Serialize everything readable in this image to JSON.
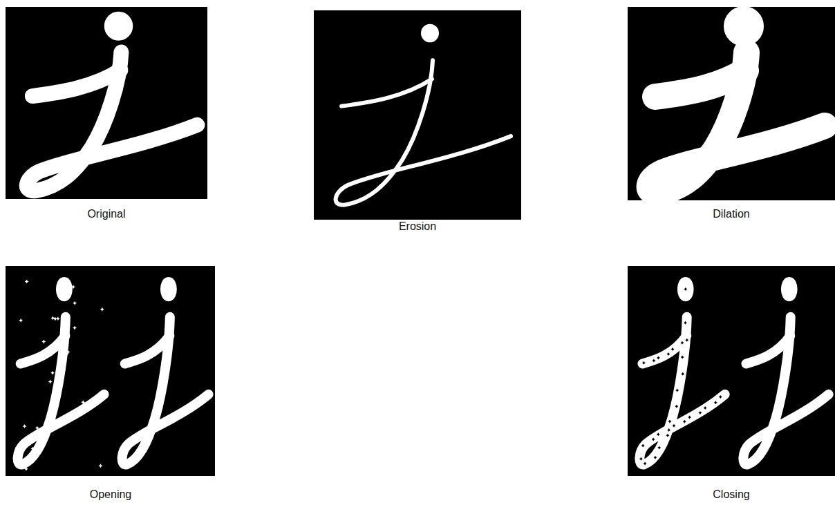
{
  "diagram": {
    "labels": [
      "Original",
      "Erosion",
      "Dilation",
      "Opening",
      "Closing"
    ]
  }
}
